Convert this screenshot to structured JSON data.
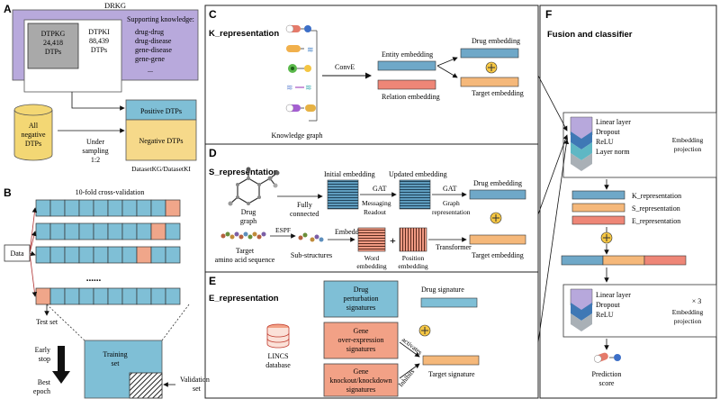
{
  "panel_labels": {
    "a": "A",
    "b": "B",
    "c": "C",
    "d": "D",
    "e": "E",
    "f": "F"
  },
  "panel_a": {
    "drkg_title": "DRKG",
    "dtp_kg": "DTPKG",
    "dtp_kg_count": "24,418",
    "dtps": "DTPs",
    "dtp_ki": "DTPKI",
    "dtp_ki_count": "88,439",
    "dtps2": "DTPs",
    "supporting_title": "Supporting knowledge:",
    "supporting_items": [
      "drug-drug",
      "drug-disease",
      "gene-disease",
      "gene-gene",
      "..."
    ],
    "all_negative": [
      "All",
      "negative",
      "DTPs"
    ],
    "under_sampling": [
      "Under",
      "sampling",
      "1:2"
    ],
    "positive": "Positive DTPs",
    "negative": "Negative DTPs",
    "dataset_label": "DatasetKG/DatasetKI"
  },
  "panel_b": {
    "cv_title": "10-fold cross-validation",
    "data": "Data",
    "dots": "......",
    "test_set": "Test set",
    "early_stop": [
      "Early",
      "stop"
    ],
    "best_epoch": [
      "Best",
      "epoch"
    ],
    "training_set": [
      "Training",
      "set"
    ],
    "validation_set": [
      "Validation",
      "set"
    ]
  },
  "panel_c": {
    "title": "K_representation",
    "knowledge_graph": "Knowledge graph",
    "conve": "ConvE",
    "entity_embedding": "Entity embedding",
    "relation_embedding": "Relation embedding",
    "drug_embedding": "Drug embedding",
    "target_embedding": "Target embedding"
  },
  "panel_d": {
    "title": "S_representation",
    "drug_graph": [
      "Drug",
      "graph"
    ],
    "fully_connected": [
      "Fully",
      "connected"
    ],
    "initial_embedding": "Initial embedding",
    "gat1": "GAT",
    "messaging": "Messaging",
    "readout": "Readout",
    "updated_embedding": "Updated embedding",
    "gat2": "GAT",
    "graph_representation": [
      "Graph",
      "representation"
    ],
    "drug_embedding": "Drug embedding",
    "target_aa": [
      "Target",
      "amino acid sequence"
    ],
    "espf": "ESPF",
    "substructures": "Sub-structures",
    "embedding": "Embedding",
    "word_embedding": [
      "Word",
      "embedding"
    ],
    "position_embedding": [
      "Position",
      "embedding"
    ],
    "transformer": "Transformer",
    "target_embedding": "Target embedding"
  },
  "panel_e": {
    "title": "E_representation",
    "drug_pert": [
      "Drug",
      "perturbation",
      "signatures"
    ],
    "drug_signature": "Drug signature",
    "lincs": [
      "LINCS",
      "database"
    ],
    "gene_over": [
      "Gene",
      "over-expression",
      "signatures"
    ],
    "activates": "activates",
    "inhibits": "Inhibits",
    "gene_knock": [
      "Gene",
      "knockout/knockdown",
      "signatures"
    ],
    "target_signature": "Target signature"
  },
  "panel_f": {
    "title": "Fusion and classifier",
    "proj1_layers": [
      "Linear layer",
      "Dropout",
      "ReLU",
      "Layer norm"
    ],
    "embedding_projection": [
      "Embedding",
      "projection"
    ],
    "k_rep": "K_representation",
    "s_rep": "S_representation",
    "e_rep": "E_representation",
    "proj2_layers": [
      "Linear layer",
      "Dropout",
      "ReLU"
    ],
    "times3": "× 3",
    "embedding_projection2": [
      "Embedding",
      "projection"
    ],
    "prediction_score": [
      "Prediction",
      "score"
    ]
  },
  "colors": {
    "drkg_purple": "#b8a9dc",
    "dtp_grey": "#a9a9a9",
    "cyl_yellow": "#f3d774",
    "positive_blue": "#7fbfd6",
    "negative_yellow": "#f6d98a",
    "fold_blue": "#7fbfd6",
    "fold_test": "#f0a68a",
    "embed_blue": "#6fa8c8",
    "embed_red": "#ee8677",
    "embed_orange": "#f5b87a",
    "gene_box": "#f2a186",
    "layer_purple": "#b7a8dc",
    "layer_blue": "#3f78b5",
    "layer_cyan": "#5fb7c4",
    "layer_grey": "#a9b0b6",
    "plus_yellow": "#f6c744"
  }
}
